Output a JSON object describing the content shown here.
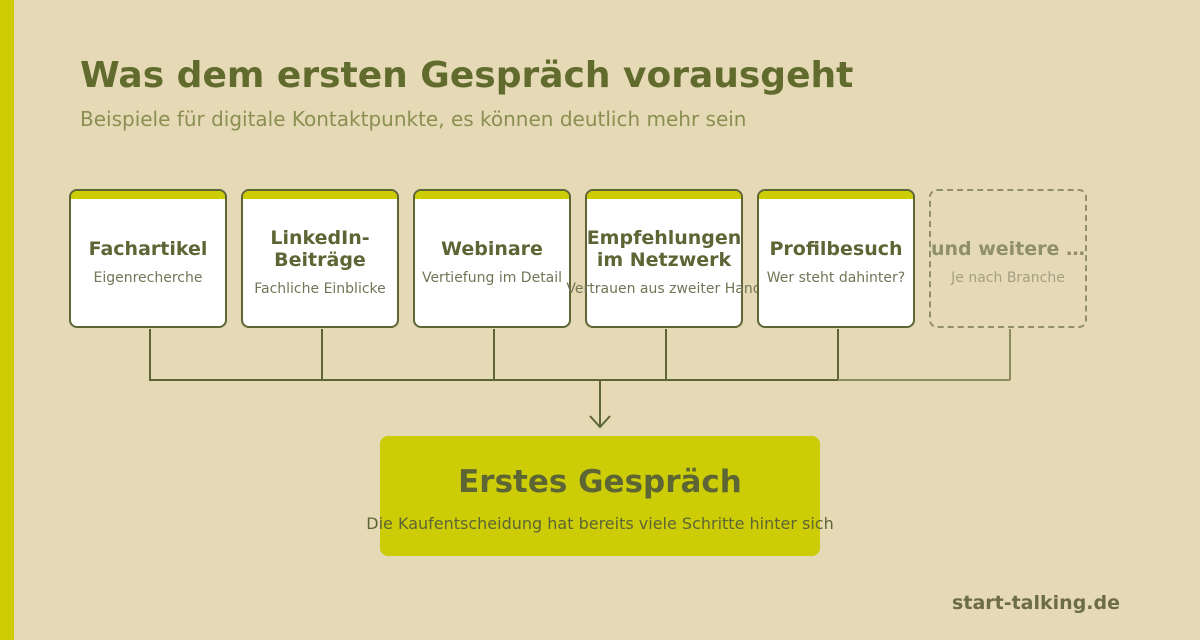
{
  "header": {
    "title": "Was dem ersten Gespräch vorausgeht",
    "subtitle": "Beispiele für digitale Kontaktpunkte, es können deutlich mehr sein"
  },
  "touchpoints": [
    {
      "title": "Fachartikel",
      "subtitle": "Eigenrecherche"
    },
    {
      "title": "LinkedIn-\nBeiträge",
      "subtitle": "Fachliche Einblicke"
    },
    {
      "title": "Webinare",
      "subtitle": "Vertiefung im Detail"
    },
    {
      "title": "Empfehlungen\nim Netzwerk",
      "subtitle": "Vertrauen aus zweiter Hand"
    },
    {
      "title": "Profilbesuch",
      "subtitle": "Wer steht dahinter?"
    },
    {
      "title": "und weitere …",
      "subtitle": "Je nach Branche"
    }
  ],
  "target": {
    "title": "Erstes Gespräch",
    "subtitle": "Die Kaufentscheidung hat bereits viele Schritte hinter sich"
  },
  "footer": {
    "brand": "start-talking.de"
  },
  "colors": {
    "background": "#e6d9b6",
    "accent": "#cccc00",
    "text_dark": "#5e6535",
    "muted": "#8f8f6a"
  }
}
